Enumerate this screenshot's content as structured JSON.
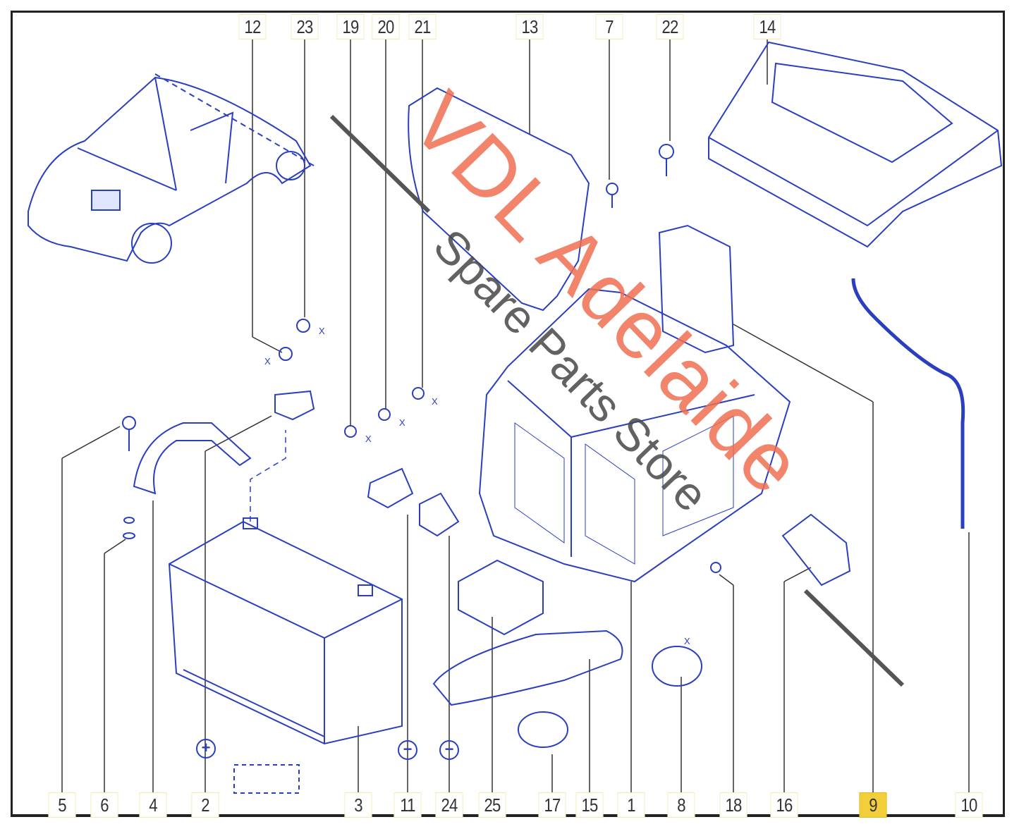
{
  "top_labels": [
    "12",
    "23",
    "19",
    "20",
    "21",
    "13",
    "7",
    "22",
    "14"
  ],
  "bottom_labels": [
    "5",
    "6",
    "4",
    "2",
    "3",
    "11",
    "24",
    "25",
    "17",
    "15",
    "1",
    "8",
    "18",
    "16",
    "9",
    "10"
  ],
  "highlighted_label": "9",
  "symbols": {
    "plus": "+",
    "minus": "−"
  },
  "dimension_mark": "X",
  "watermark": {
    "brand": "VDL Adelaide",
    "subtitle": "Spare Parts Store"
  },
  "colors": {
    "line": "#2a3fc0",
    "highlight": "#f2cf3a",
    "watermark_brand": "#ee6e50",
    "watermark_sub": "#464646"
  }
}
